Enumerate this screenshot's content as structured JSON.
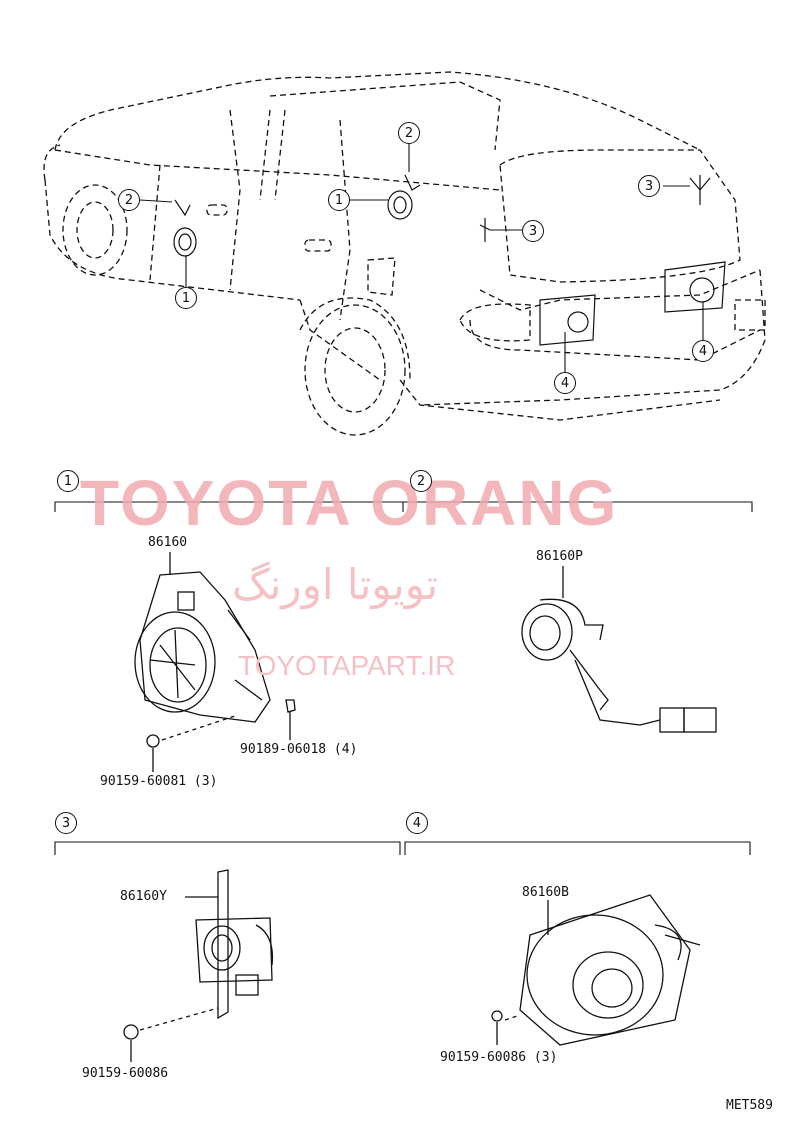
{
  "watermark": {
    "brand": "TOYOTA ORANG",
    "brand_fa": "تویوتا اورنگ",
    "url": "TOYOTAPART.IR"
  },
  "callouts": [
    "1",
    "2",
    "3",
    "4"
  ],
  "sections": [
    {
      "num": "1",
      "parts": [
        "86160",
        "90189-06018 (4)",
        "90159-60081 (3)"
      ]
    },
    {
      "num": "2",
      "parts": [
        "86160P"
      ]
    },
    {
      "num": "3",
      "parts": [
        "86160Y",
        "90159-60086"
      ]
    },
    {
      "num": "4",
      "parts": [
        "86160B",
        "90159-60086 (3)"
      ]
    }
  ],
  "diagram_code": "MET589"
}
